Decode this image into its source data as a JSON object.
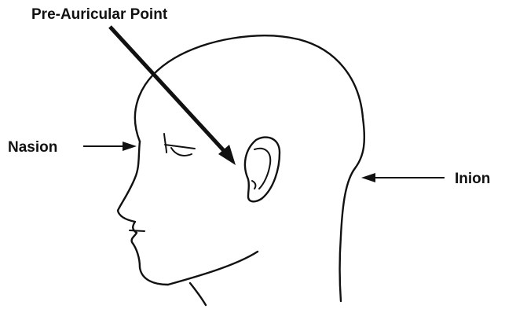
{
  "labels": {
    "pre_auricular": "Pre-Auricular Point",
    "nasion": "Nasion",
    "inion": "Inion"
  },
  "colors": {
    "ink": "#111111",
    "background": "#ffffff"
  }
}
